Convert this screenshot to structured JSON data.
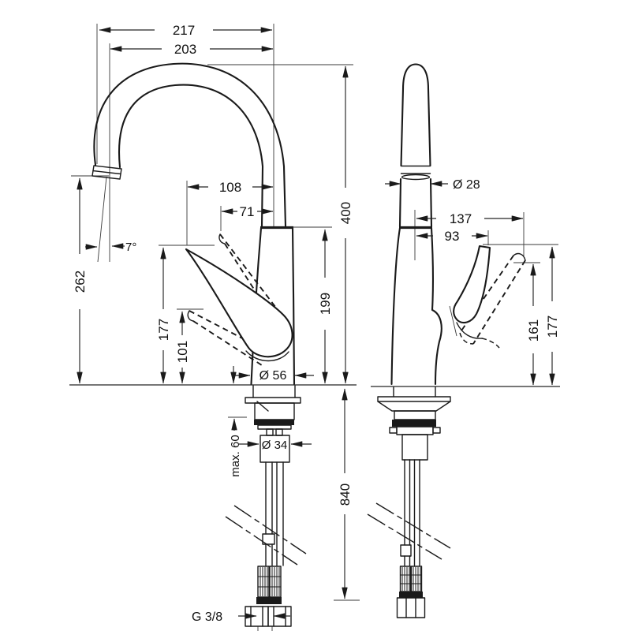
{
  "title": "faucet-dimension-drawing",
  "colors": {
    "line": "#1a1a1a",
    "dimension_line": "#242424",
    "background": "#ffffff"
  },
  "front": {
    "width_overall": "217",
    "width_spout": "203",
    "reach_aerator": "108",
    "reach_handle": "71",
    "spray_angle": "7°",
    "height_outlet": "262",
    "height_handle_mid": "177",
    "height_handle_down": "101",
    "height_body": "199",
    "height_overall": "400",
    "base_diameter": "Ø 56",
    "counter_max": "max. 60",
    "shank_diameter": "Ø 34",
    "hose_length": "840",
    "thread": "G 3/8"
  },
  "side": {
    "spout_diameter": "Ø 28",
    "handle_reach_up": "137",
    "handle_reach": "93",
    "handle_height_up": "161",
    "handle_height": "177"
  }
}
